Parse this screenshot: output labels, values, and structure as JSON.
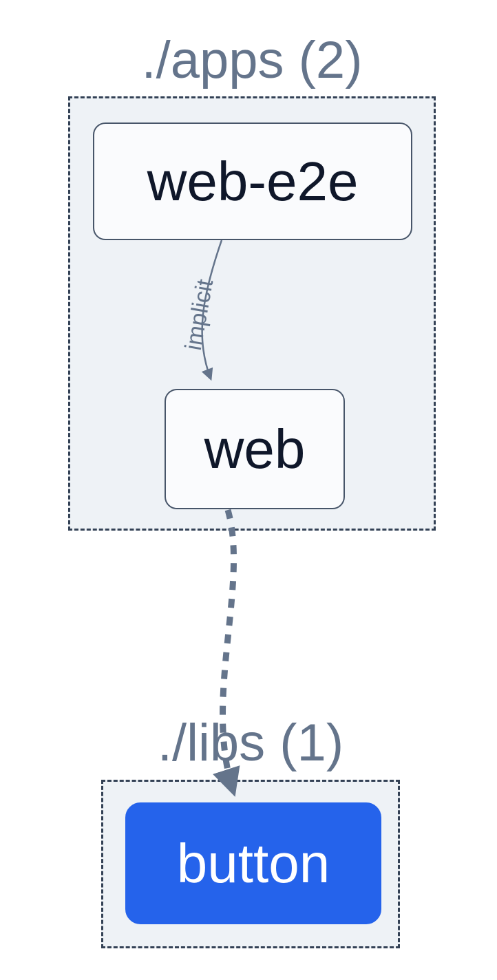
{
  "diagram": {
    "type": "dependency-graph",
    "groups": [
      {
        "id": "apps",
        "label": "./apps (2)",
        "nodes": [
          {
            "id": "web-e2e",
            "label": "web-e2e",
            "highlighted": false
          },
          {
            "id": "web",
            "label": "web",
            "highlighted": false
          }
        ]
      },
      {
        "id": "libs",
        "label": "./libs (1)",
        "nodes": [
          {
            "id": "button",
            "label": "button",
            "highlighted": true
          }
        ]
      }
    ],
    "edges": [
      {
        "source": "web-e2e",
        "target": "web",
        "label": "implicit",
        "line": "solid"
      },
      {
        "source": "web",
        "target": "button",
        "label": "",
        "line": "dashed"
      }
    ],
    "colors": {
      "accent_blue": "#2563eb",
      "edge": "#64748b",
      "group_fill": "#eef2f6",
      "group_border": "#334155",
      "node_fill": "#fafbfd",
      "node_border": "#475569",
      "node_text": "#0f172a",
      "title_text": "#64748b",
      "highlight_text": "#ffffff"
    }
  }
}
